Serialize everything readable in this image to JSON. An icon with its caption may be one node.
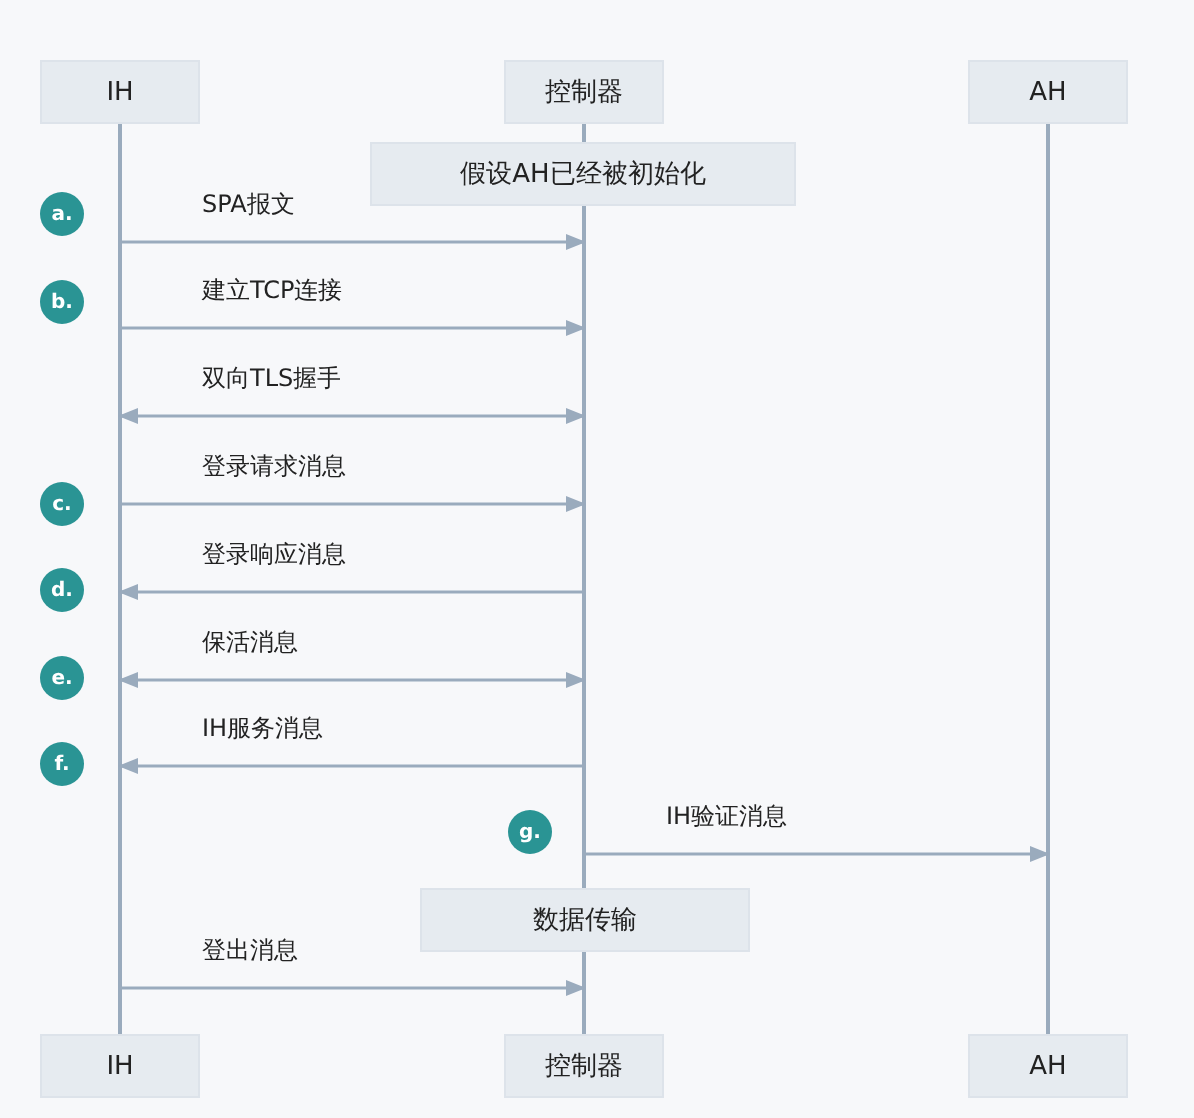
{
  "diagram": {
    "nodes": [
      {
        "text": [
          "IH"
        ]
      },
      {
        "text": [
          "控制器"
        ]
      },
      {
        "text": [
          "AH"
        ]
      },
      {
        "text": [
          "IH"
        ]
      },
      {
        "text": [
          "控制器"
        ]
      },
      {
        "text": [
          "AH"
        ]
      },
      {
        "text": [
          "假设AH已经被初始化"
        ]
      },
      {
        "text": [
          "数据传输"
        ]
      },
      {
        "text": [
          "a."
        ]
      },
      {
        "text": [
          "b."
        ]
      },
      {
        "text": [
          "c."
        ]
      },
      {
        "text": [
          "d."
        ]
      },
      {
        "text": [
          "e."
        ]
      },
      {
        "text": [
          "f."
        ]
      },
      {
        "text": [
          "g."
        ]
      },
      {
        "text": [],
        "shape": "bar"
      },
      {
        "text": [],
        "shape": "bar"
      },
      {
        "text": [],
        "shape": "bar"
      },
      {
        "text": [],
        "shape": "bar"
      },
      {
        "text": [],
        "shape": "bar"
      }
    ],
    "edges": [
      {
        "from": 15,
        "to": 17,
        "arrow": "to",
        "label": "SPA报文"
      },
      {
        "from": 15,
        "to": 17,
        "arrow": "to",
        "label": "建立TCP连接"
      },
      {
        "from": 15,
        "to": 17,
        "arrow": "both",
        "label": "双向TLS握手"
      },
      {
        "from": 15,
        "to": 17,
        "arrow": "to",
        "label": "登录请求消息"
      },
      {
        "from": 17,
        "to": 15,
        "arrow": "to",
        "label": "登录响应消息"
      },
      {
        "from": 15,
        "to": 17,
        "arrow": "both",
        "label": "保活消息"
      },
      {
        "from": 17,
        "to": 15,
        "arrow": "to",
        "label": "IH服务消息"
      },
      {
        "from": 17,
        "to": 19,
        "arrow": "to",
        "label": "IH验证消息"
      },
      {
        "from": 15,
        "to": 18,
        "arrow": "to",
        "label": "登出消息"
      }
    ]
  }
}
